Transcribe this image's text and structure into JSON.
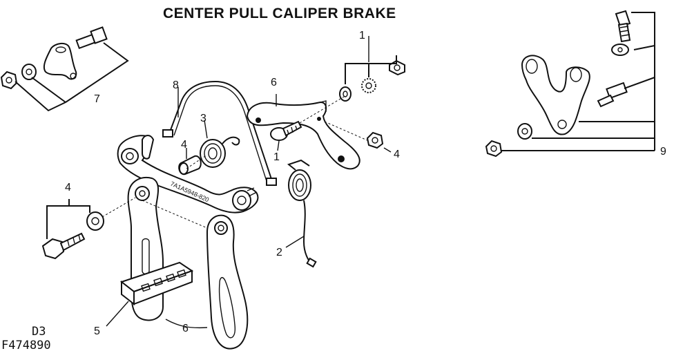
{
  "title": "CENTER PULL CALIPER BRAKE",
  "page_code": "D3",
  "figure_code": "F474890",
  "frame_stamp": "7A1A5948-820",
  "callouts": {
    "c1_top": "1",
    "c1_bolt": "1",
    "c2": "2",
    "c3": "3",
    "c4_pad": "4",
    "c4_nut": "4",
    "c4_left": "4",
    "c5": "5",
    "c6_arm": "6",
    "c6_bottom": "6",
    "c7": "7",
    "c8": "8",
    "c9": "9"
  }
}
